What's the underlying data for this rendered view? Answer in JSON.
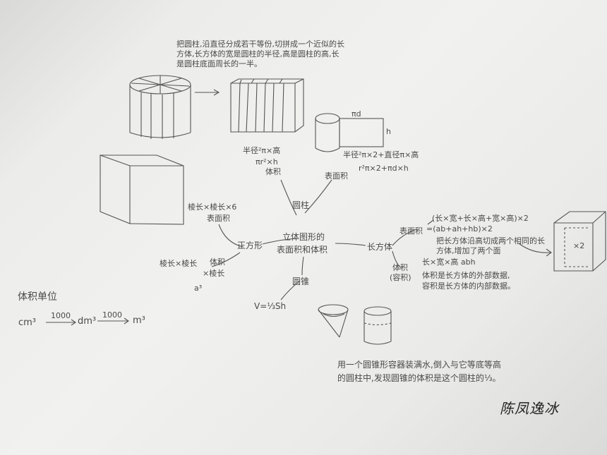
{
  "top_note": "把圆柱,沿直径分成若干等份,切拼成一个近似的长方体,长方体的宽是圆柱的半径,高是圆柱的高,长是圆柱底面周长的一半。",
  "pi_d": "πd",
  "h_label": "h",
  "cyl_volume_1": "半径²π×高",
  "cyl_volume_2": "πr²×h",
  "cyl_volume_tag": "体积",
  "cyl_surface_1": "半径²π×2+直径π×高",
  "cyl_surface_2": "r²π×2+πd×h",
  "cyl_surface_tag": "表面积",
  "cylinder_node": "圆柱",
  "cube_surface_formula": "棱长×棱长×6",
  "cube_surface_tag": "表面积",
  "cube_node": "正方形",
  "cube_volume_1": "棱长×棱长",
  "cube_volume_2": "体积",
  "cube_volume_3": "×棱长",
  "a_cubed": "a³",
  "center_1": "立体图形的",
  "center_2": "表面积和体积",
  "cuboid_node": "长方体",
  "cuboid_surface_tag": "表面积",
  "cuboid_surface_1": "(长×宽+长×高+宽×高)×2",
  "cuboid_surface_2": "=(ab+ah+hb)×2",
  "cuboid_note": "把长方体沿高切成两个相同的长方体,增加了两个面",
  "cuboid_volume_tag_1": "体积",
  "cuboid_volume_tag_2": "(容积)",
  "cuboid_volume_formula": "长×宽×高 abh",
  "cuboid_volume_note_1": "体积是长方体的外部数据,",
  "cuboid_volume_note_2": "容积是长方体的内部数据。",
  "x2_label": "×2",
  "cone_node": "圆锥",
  "cone_formula": "V=⅓Sh",
  "units_title": "体积单位",
  "unit_cm": "cm³",
  "unit_dm": "dm³",
  "unit_m": "m³",
  "rate_1": "1000",
  "rate_2": "1000",
  "cone_note": "用一个圆锥形容器装满水,倒入与它等底等高的圆柱中,发现圆锥的体积是这个圆柱的⅓。",
  "signature": "陈凤逸冰"
}
